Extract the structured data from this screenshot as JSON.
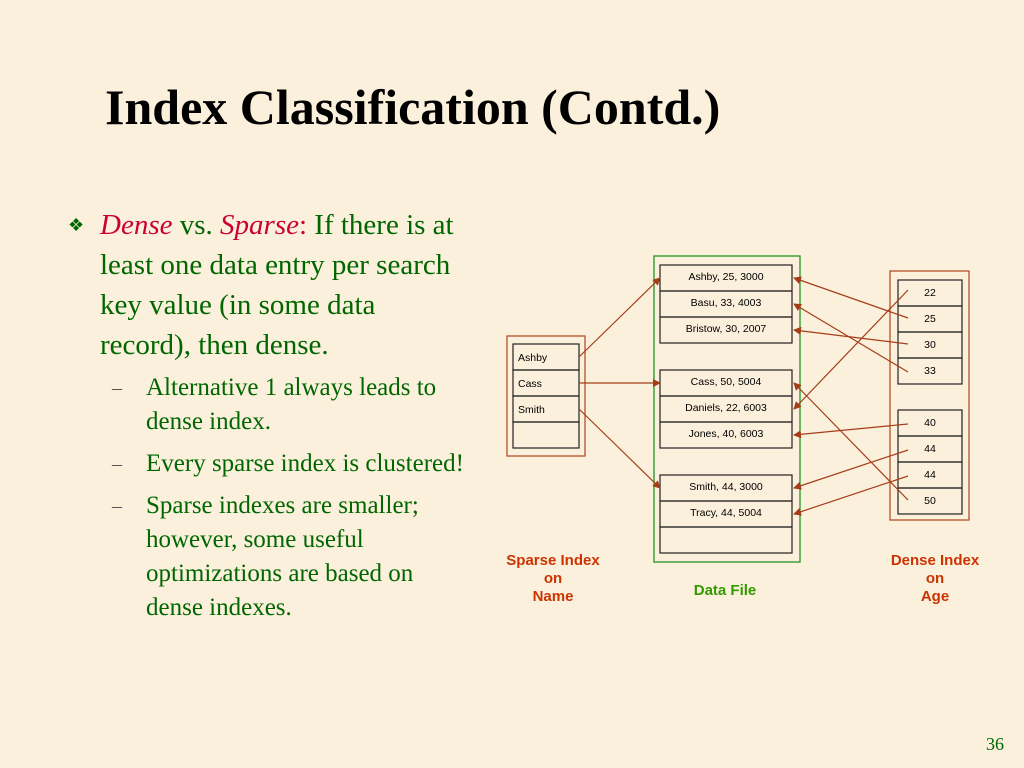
{
  "title": "Index Classification (Contd.)",
  "bullets": {
    "marker": "❖",
    "main": {
      "term1": "Dense",
      "vs": " vs. ",
      "term2": "Sparse",
      "colon": ":",
      "text": "  If there is at least one data entry per  search key value (in some data record), then dense."
    },
    "sub": [
      "Alternative 1 always leads to dense index.",
      "Every sparse index is clustered!",
      "Sparse indexes are smaller; however, some useful optimizations are based on dense indexes."
    ],
    "dash": "–"
  },
  "diagram": {
    "sparse_index": {
      "entries": [
        "Ashby",
        "Cass",
        "Smith",
        ""
      ],
      "caption": [
        "Sparse Index",
        "on",
        "Name"
      ]
    },
    "data_file": {
      "pages": [
        [
          "Ashby, 25, 3000",
          "Basu, 33, 4003",
          "Bristow, 30, 2007"
        ],
        [
          "Cass, 50, 5004",
          "Daniels, 22, 6003",
          "Jones, 40, 6003"
        ],
        [
          "Smith, 44, 3000",
          "Tracy, 44, 5004",
          ""
        ]
      ],
      "caption": "Data File"
    },
    "dense_index": {
      "blocks": [
        [
          "22",
          "25",
          "30",
          "33"
        ],
        [
          "40",
          "44",
          "44",
          "50"
        ]
      ],
      "caption": [
        "Dense Index",
        "on",
        "Age"
      ]
    },
    "colors": {
      "box": "#b5502a",
      "green_frame": "#339933",
      "arrow": "#a63d1a",
      "sparse_caption": "#cc3300",
      "data_caption": "#339900",
      "dense_caption": "#cc3300"
    }
  },
  "page_number": "36"
}
